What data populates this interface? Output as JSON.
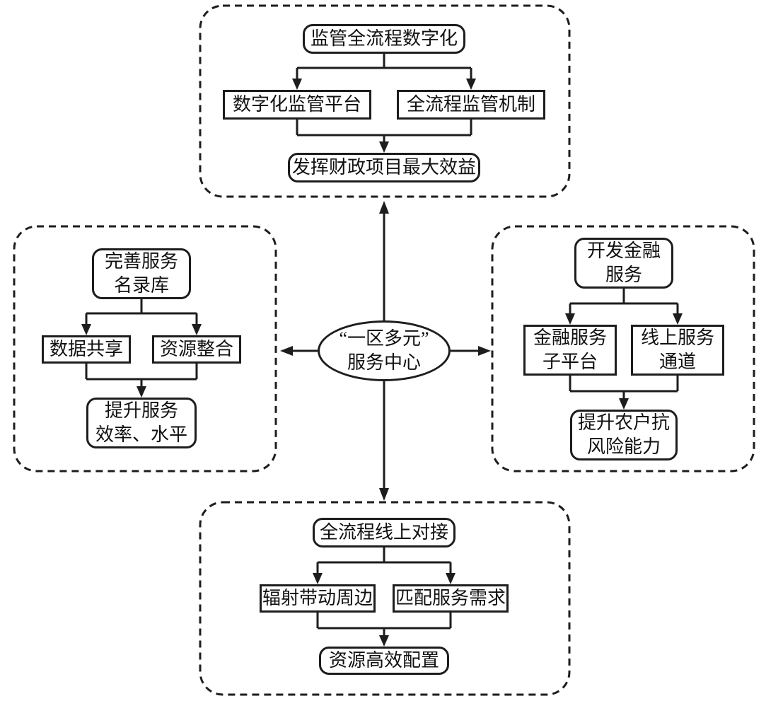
{
  "diagram": {
    "colors": {
      "line": "#1d1d1d",
      "background": "#ffffff"
    },
    "center": {
      "lines": [
        "“一区多元”",
        "服务中心"
      ]
    },
    "north": {
      "title": {
        "lines": [
          "监管全流程数字化"
        ]
      },
      "child_left": {
        "lines": [
          "数字化监管平台"
        ]
      },
      "child_right": {
        "lines": [
          "全流程监管机制"
        ]
      },
      "outcome": {
        "lines": [
          "发挥财政项目最大效益"
        ]
      }
    },
    "west": {
      "title": {
        "lines": [
          "完善服务",
          "名录库"
        ]
      },
      "child_left": {
        "lines": [
          "数据共享"
        ]
      },
      "child_right": {
        "lines": [
          "资源整合"
        ]
      },
      "outcome": {
        "lines": [
          "提升服务",
          "效率、水平"
        ]
      }
    },
    "east": {
      "title": {
        "lines": [
          "开发金融",
          "服务"
        ]
      },
      "child_left": {
        "lines": [
          "金融服务",
          "子平台"
        ]
      },
      "child_right": {
        "lines": [
          "线上服务",
          "通道"
        ]
      },
      "outcome": {
        "lines": [
          "提升农户抗",
          "风险能力"
        ]
      }
    },
    "south": {
      "title": {
        "lines": [
          "全流程线上对接"
        ]
      },
      "child_left": {
        "lines": [
          "辐射带动周边"
        ]
      },
      "child_right": {
        "lines": [
          "匹配服务需求"
        ]
      },
      "outcome": {
        "lines": [
          "资源高效配置"
        ]
      }
    }
  }
}
